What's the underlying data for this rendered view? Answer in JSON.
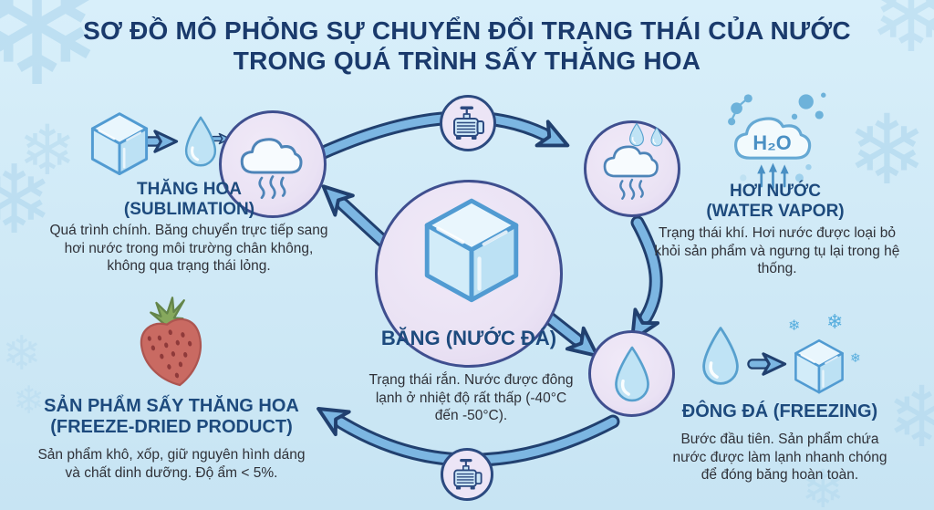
{
  "colors": {
    "background": "#cfe9f6",
    "title_text": "#1a3a6c",
    "heading_text": "#1d4a7d",
    "body_text": "#2f3138",
    "circle_fill": "#eae2f4",
    "circle_border": "#3f4f8f",
    "arrow_fill": "#7cb6e2",
    "arrow_outline": "#21406f",
    "decor_snowflake": "#a9d3ec"
  },
  "decor": {
    "snowflake": "❄"
  },
  "title": {
    "line1": "SƠ ĐỒ MÔ PHỎNG SỰ CHUYỂN ĐỔI TRẠNG THÁI CỦA NƯỚC",
    "line2": "TRONG QUÁ TRÌNH SẤY THĂNG HOA"
  },
  "nodes": {
    "sublimation": {
      "title_line1": "THĂNG HOA",
      "title_line2": "(SUBLIMATION)",
      "desc": "Quá trình chính. Băng chuyển trực tiếp sang hơi nước trong môi trường chân không, không qua trạng thái lỏng."
    },
    "ice": {
      "title": "BĂNG (NƯỚC ĐÁ)",
      "desc": "Trạng thái rắn. Nước được đông lạnh ở nhiệt độ rất thấp (-40°C đến -50°C)."
    },
    "vapor": {
      "title_line1": "HƠI NƯỚC",
      "title_line2": "(WATER VAPOR)",
      "molecule": "H₂O",
      "desc": "Trạng thái khí. Hơi nước được loại bỏ khỏi sản phẩm và ngưng tụ lại trong hệ thống."
    },
    "freezing": {
      "title": "ĐÔNG ĐÁ (FREEZING)",
      "desc": "Bước đầu tiên. Sản phẩm chứa nước được làm lạnh nhanh chóng để đóng băng hoàn toàn."
    },
    "product": {
      "title_line1": "SẢN PHẨM SẤY THĂNG HOA",
      "title_line2": "(FREEZE-DRIED PRODUCT)",
      "desc": "Sản phẩm khô, xốp, giữ nguyên hình dáng và chất dinh dưỡng. Độ ẩm < 5%."
    }
  }
}
